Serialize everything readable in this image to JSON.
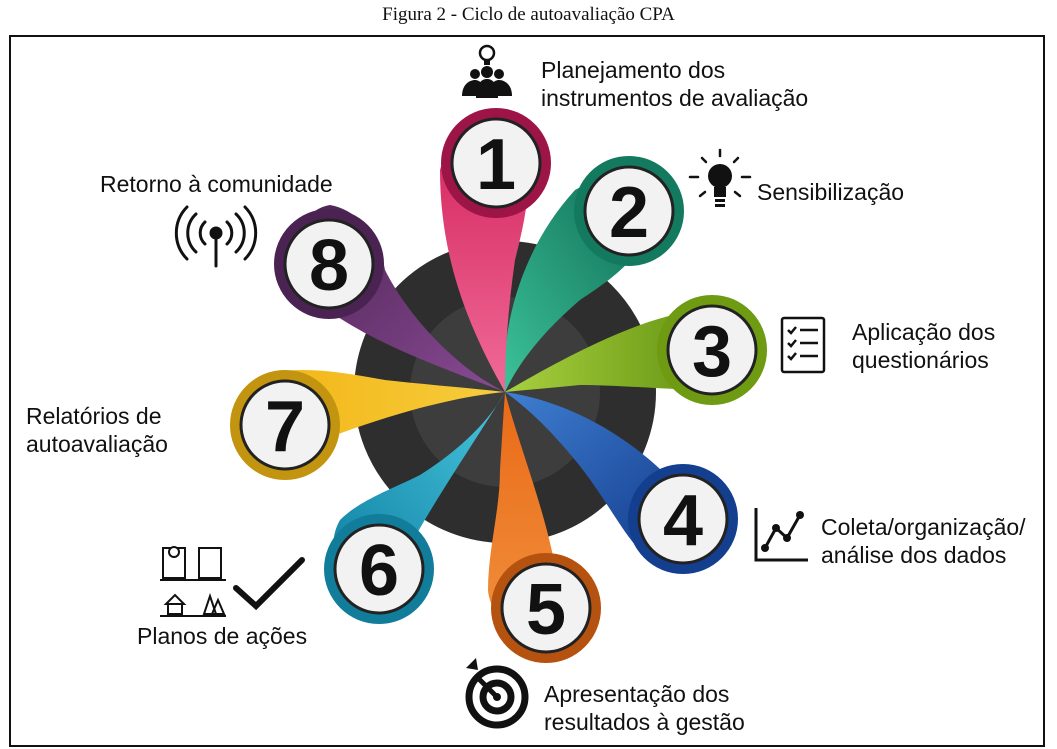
{
  "caption": "Figura 2 - Ciclo de autoavaliação CPA",
  "steps": [
    {
      "number": "1",
      "lines": [
        "Planejamento dos",
        "instrumentos de avaliação"
      ],
      "color": "#b2184e",
      "icon": "team-idea-icon"
    },
    {
      "number": "2",
      "lines": [
        "Sensibilização"
      ],
      "color": "#137a5f",
      "icon": "lightbulb-icon"
    },
    {
      "number": "3",
      "lines": [
        "Aplicação dos",
        "questionários"
      ],
      "color": "#6e9b12",
      "icon": "checklist-icon"
    },
    {
      "number": "4",
      "lines": [
        "Coleta/organização/",
        "análise dos dados"
      ],
      "color": "#143f8f",
      "icon": "line-chart-icon"
    },
    {
      "number": "5",
      "lines": [
        "Apresentação dos",
        "resultados à gestão"
      ],
      "color": "#d3621a",
      "icon": "target-icon"
    },
    {
      "number": "6",
      "lines": [
        "Planos de ações"
      ],
      "color": "#127c9b",
      "icon": "buildings-check-icon"
    },
    {
      "number": "7",
      "lines": [
        "Relatórios de",
        "autoavaliação"
      ],
      "color": "#c39410",
      "icon": "none"
    },
    {
      "number": "8",
      "lines": [
        "Retorno à comunidade"
      ],
      "color": "#4b2353",
      "icon": "broadcast-antenna-icon"
    }
  ]
}
